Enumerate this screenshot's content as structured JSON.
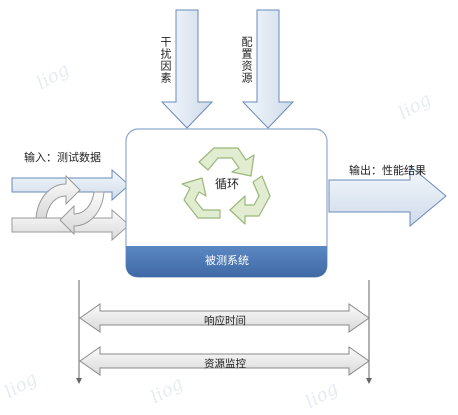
{
  "labels": {
    "input": "输入：测试数据",
    "output": "输出：性能结果",
    "interference": "干扰因素",
    "config_resources": "配置资源",
    "loop": "循环",
    "system_under_test": "被测系统",
    "response_time": "响应时间",
    "resource_monitoring": "资源监控"
  },
  "watermark": "liog",
  "colors": {
    "arrow_fill": "#dde6f1",
    "arrow_stroke": "#6a8bb8",
    "box_stroke": "#8fa9cf",
    "system_bar": "#4a76b2",
    "recycle_fill": "#e1ecd0",
    "recycle_stroke": "#9ab87a",
    "axis_line": "#666666"
  }
}
